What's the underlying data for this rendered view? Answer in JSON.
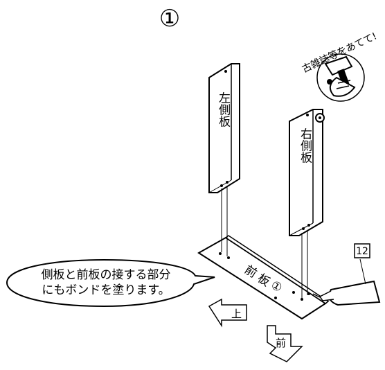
{
  "step_number": "①",
  "stamp": {
    "text": "古雑誌等をあてて!",
    "icon": "hammer-hand-icon"
  },
  "panels": {
    "left_side_board": "左側板",
    "right_side_board": "右側板"
  },
  "base_board": {
    "label": "前 板",
    "number": "①"
  },
  "part_tag": "12",
  "instruction_bubble": {
    "line1": "側板と前板の接する部分",
    "line2": "にもボンドを塗ります。"
  },
  "direction_arrows": {
    "up": "上",
    "front": "前"
  }
}
